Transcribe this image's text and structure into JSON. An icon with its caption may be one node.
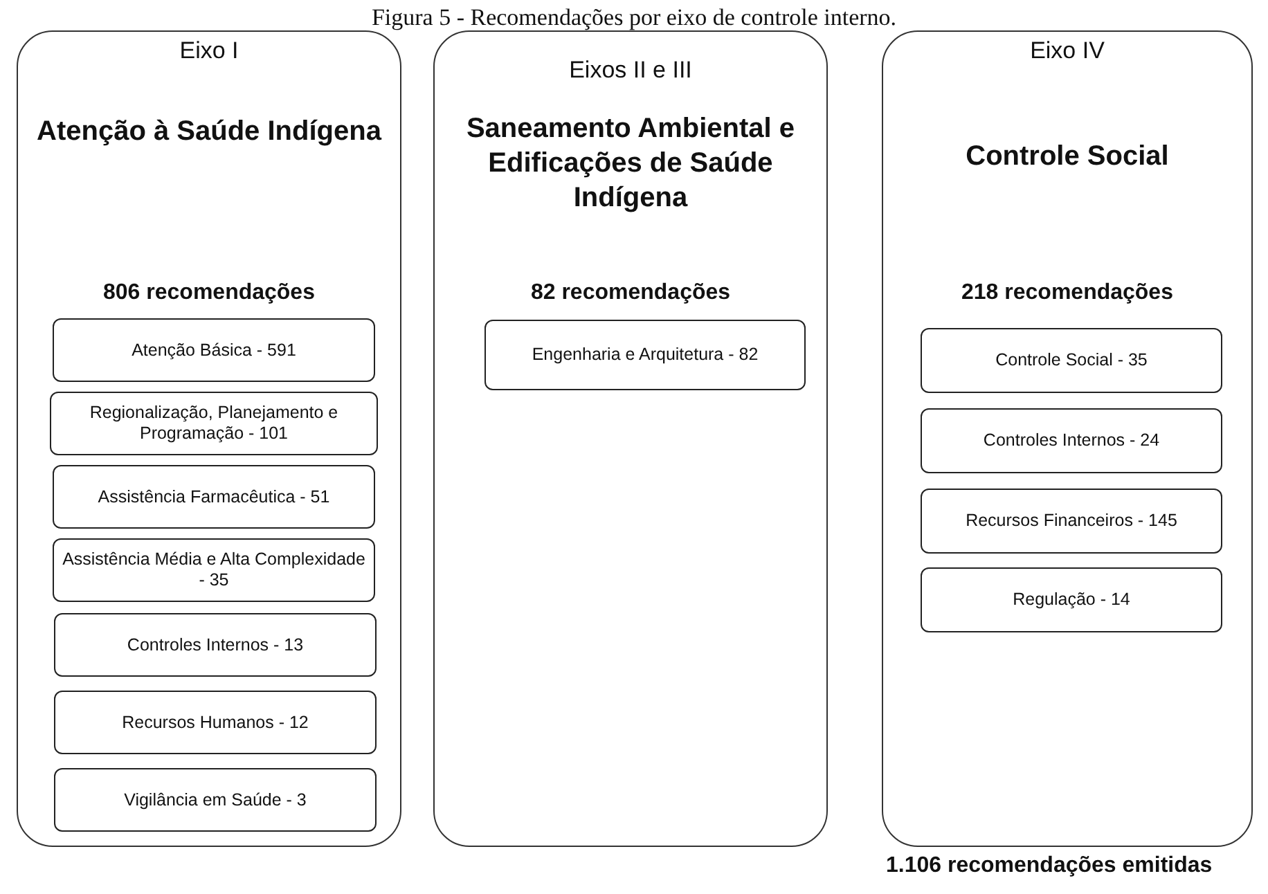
{
  "diagram": {
    "title": "Figura 5 - Recomendações por eixo de controle interno.",
    "nodes": [
      {
        "text": [
          "Eixo I",
          "Atenção à Saúde Indígena",
          "806 recomendações"
        ]
      },
      {
        "text": [
          "Atenção Básica - 591"
        ],
        "in": 0
      },
      {
        "text": [
          "Regionalização, Planejamento e Programação - 101"
        ],
        "in": 0
      },
      {
        "text": [
          "Assistência Farmacêutica - 51"
        ],
        "in": 0
      },
      {
        "text": [
          "Assistência Média e Alta Complexidade - 35"
        ],
        "in": 0
      },
      {
        "text": [
          "Controles Internos - 13"
        ],
        "in": 0
      },
      {
        "text": [
          "Recursos Humanos - 12"
        ],
        "in": 0
      },
      {
        "text": [
          "Vigilância em Saúde - 3"
        ],
        "in": 0
      },
      {
        "text": [
          "Eixos II e III",
          "Saneamento Ambiental e Edificações de Saúde Indígena",
          "82 recomendações"
        ]
      },
      {
        "text": [
          "Engenharia e Arquitetura - 82"
        ],
        "in": 8
      },
      {
        "text": [
          "Eixo IV",
          "Controle Social",
          "218 recomendações"
        ]
      },
      {
        "text": [
          "Controle Social - 35"
        ],
        "in": 10
      },
      {
        "text": [
          "Controles Internos - 24"
        ],
        "in": 10
      },
      {
        "text": [
          "Recursos Financeiros - 145"
        ],
        "in": 10
      },
      {
        "text": [
          "Regulação - 14"
        ],
        "in": 10
      }
    ],
    "edges": [],
    "labels": [
      "1.106 recomendações emitidas"
    ]
  }
}
